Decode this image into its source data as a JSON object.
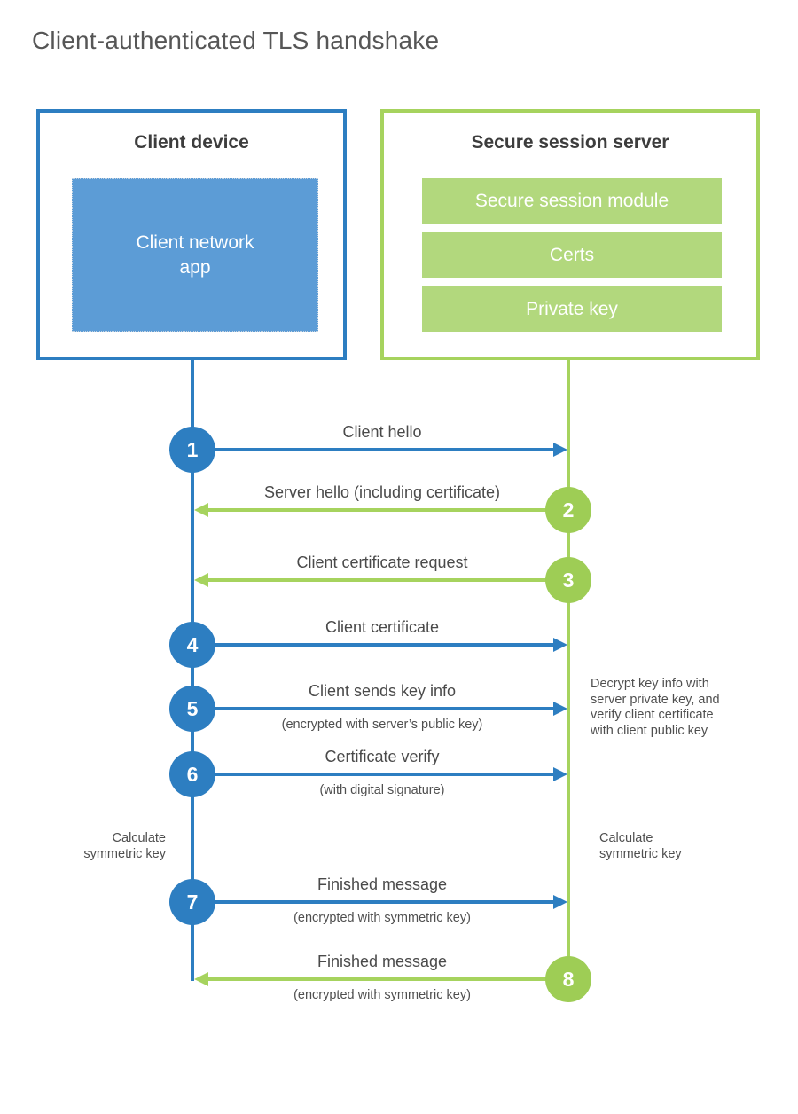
{
  "title": "Client-authenticated TLS handshake",
  "colors": {
    "blue": "#2d7ec1",
    "blue_fill": "#5c9cd6",
    "green": "#a6d35e",
    "green_circle": "#9ecd55",
    "green_fill": "#b2d87d",
    "text": "#4a4a4a"
  },
  "client": {
    "title": "Client device",
    "app_label": "Client network\napp"
  },
  "server": {
    "title": "Secure session server",
    "modules": [
      "Secure session module",
      "Certs",
      "Private key"
    ]
  },
  "steps": [
    {
      "num": "1",
      "label": "Client hello",
      "sublabel": "",
      "from": "client",
      "color": "blue"
    },
    {
      "num": "2",
      "label": "Server hello (including certificate)",
      "sublabel": "",
      "from": "server",
      "color": "green"
    },
    {
      "num": "3",
      "label": "Client certificate request",
      "sublabel": "",
      "from": "server",
      "color": "green"
    },
    {
      "num": "4",
      "label": "Client certificate",
      "sublabel": "",
      "from": "client",
      "color": "blue"
    },
    {
      "num": "5",
      "label": "Client sends key info",
      "sublabel": "(encrypted with server’s public key)",
      "from": "client",
      "color": "blue"
    },
    {
      "num": "6",
      "label": "Certificate verify",
      "sublabel": "(with digital signature)",
      "from": "client",
      "color": "blue"
    },
    {
      "num": "7",
      "label": "Finished message",
      "sublabel": "(encrypted with symmetric key)",
      "from": "client",
      "color": "blue"
    },
    {
      "num": "8",
      "label": "Finished message",
      "sublabel": "(encrypted with symmetric key)",
      "from": "server",
      "color": "green"
    }
  ],
  "notes": {
    "decrypt": "Decrypt key info with\nserver private key, and\nverify client certificate\nwith client public key",
    "calc_left": "Calculate\nsymmetric key",
    "calc_right": "Calculate\nsymmetric key"
  }
}
